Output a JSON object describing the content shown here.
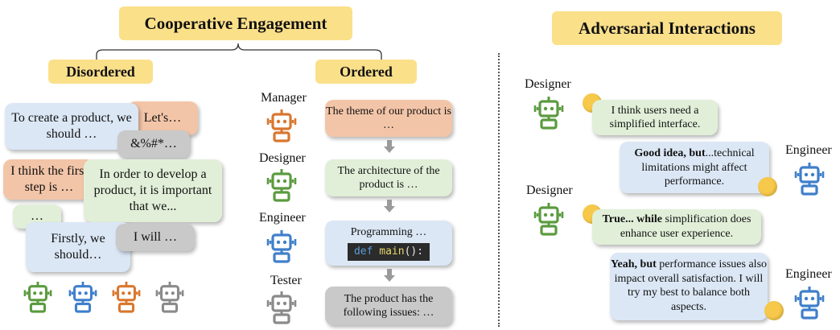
{
  "titles": {
    "cooperative": "Cooperative Engagement",
    "disordered": "Disordered",
    "ordered": "Ordered",
    "adversarial": "Adversarial Interactions"
  },
  "disordered": {
    "b1": "To create a product, we should …",
    "b2": "Let's…",
    "b3": "&%#*…",
    "b4": "I think the first step is …",
    "b5": "In order to develop a product, it is important that we...",
    "b6": "…",
    "b7": "Firstly, we should…",
    "b8": "I will …"
  },
  "ordered": {
    "manager_label": "Manager",
    "manager_text": "The theme of our product is …",
    "designer_label": "Designer",
    "designer_text": "The architecture of the product is …",
    "engineer_label": "Engineer",
    "engineer_text": "Programming …",
    "code_kw": "def",
    "code_fn": "main",
    "code_rest": "():",
    "tester_label": "Tester",
    "tester_text": "The product has the following issues: …"
  },
  "adversarial": {
    "d1_label": "Designer",
    "d1_text": "I think users need a simplified interface.",
    "e1_label": "Engineer",
    "e1_bold": "Good idea, but",
    "e1_text": "...technical limitations might affect performance.",
    "d2_label": "Designer",
    "d2_bold": "True... while",
    "d2_text": " simplification does enhance user experience.",
    "e2_label": "Engineer",
    "e2_bold": "Yeah, but",
    "e2_text": " performance issues also impact overall satisfaction. I will try my best to balance both aspects."
  },
  "colors": {
    "green": "#5b9b3f",
    "blue": "#3f7fcb",
    "orange": "#d9772e",
    "gray": "#8a8a8a",
    "title_bg": "#fbe08a"
  }
}
